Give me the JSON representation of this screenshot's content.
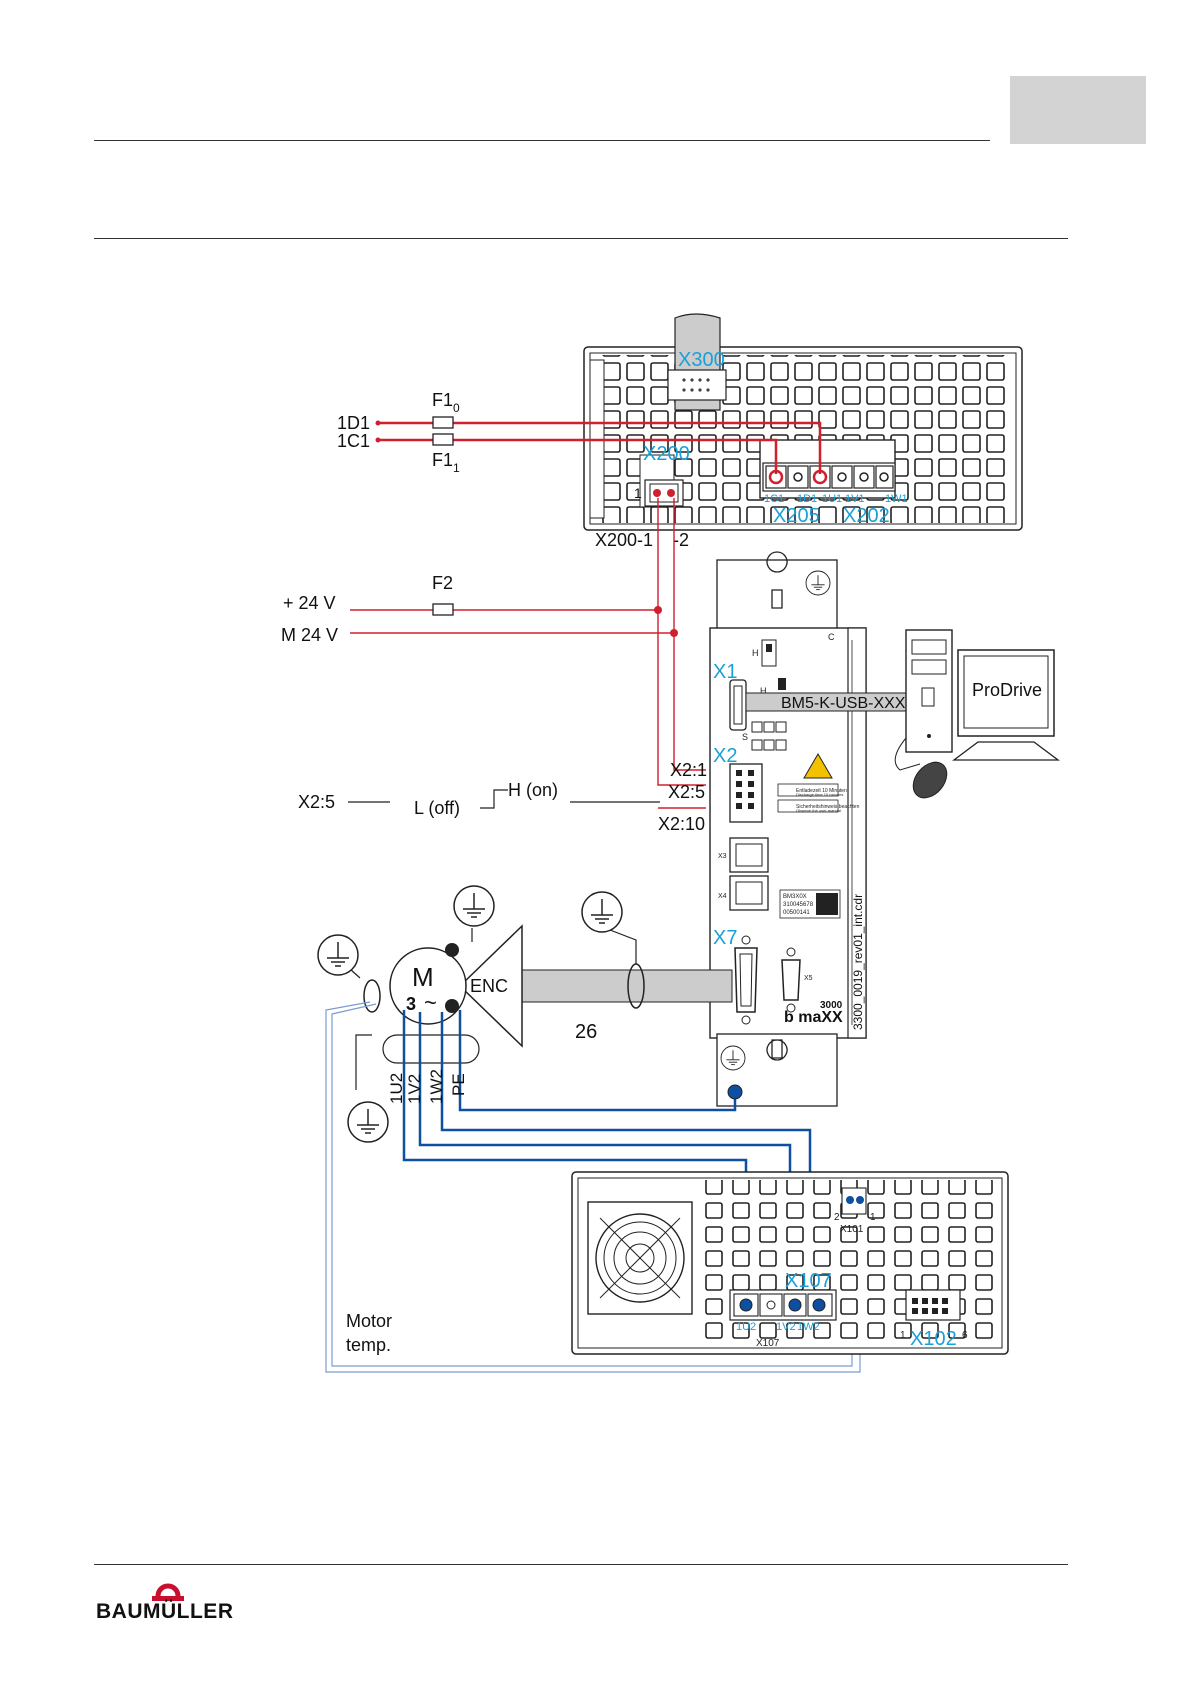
{
  "labels": {
    "x300": "X300",
    "x200": "X200",
    "x205": "X205",
    "x202": "X202",
    "x1": "X1",
    "x2": "X2",
    "x7": "X7",
    "x107": "X107",
    "x102": "X102",
    "f1_0": "F1",
    "f1_0_sub": "0",
    "f1_1": "F1",
    "f1_1_sub": "1",
    "f2": "F2",
    "l_1d1": "1D1",
    "l_1c1": "1C1",
    "p24": "+ 24 V",
    "m24": "M 24 V",
    "x200_1": "X200-1",
    "x200_2": "-2",
    "pin1": "1",
    "x2_1": "X2:1",
    "x2_5": "X2:5",
    "x2_10": "X2:10",
    "x2_5_left": "X2:5",
    "l_off": "L (off)",
    "h_on": "H (on)",
    "cable": "BM5-K-USB-XXX",
    "prodrive": "ProDrive",
    "motor_m": "M",
    "motor_3": "3",
    "motor_tilde": "~",
    "enc": "ENC",
    "cable_26": "26",
    "w_1u2": "1U2",
    "w_1v2": "1V2",
    "w_1w2": "1W2",
    "w_pe": "PE",
    "motor_temp_1": "Motor",
    "motor_temp_2": "temp.",
    "term_1c1": "1C1",
    "term_1d1": "1D1",
    "term_1u1": "1U1",
    "term_1v1": "1V1",
    "term_1w1": "1W1",
    "term_1u2": "1U2",
    "term_1v2": "1V2",
    "term_1w2": "1W2",
    "x107_small": "X107",
    "x101_small": "X101",
    "x102_pin1": "1",
    "x102_pin6": "6",
    "x101_pin2": "2",
    "x101_pin1": "1",
    "bmaxx": "b maXX",
    "bmaxx_3000": "3000",
    "file_ref": "3300_0019_rev01_int.cdr",
    "x3": "X3",
    "x4": "X4",
    "x5": "X5",
    "label_c": "C",
    "label_h": "H",
    "label_s": "S",
    "warn_1": "Entladezeit 10 Minuten",
    "warn_2": "Discharge time 10 minutes",
    "warn_3": "Sicherheitshinweis beachten",
    "warn_4": "Observe the user manual",
    "nameplate_1": "BM3X0X",
    "nameplate_2": "310045678",
    "nameplate_3": "00500141",
    "brand": "BAUMÜLLER"
  },
  "colors": {
    "red": "#d0202e",
    "blue": "#0d4fa0",
    "cyan": "#1aa0d8",
    "light_blue": "#7a9bd0",
    "device_fill": "#ffffff",
    "device_line": "#222222",
    "tab_gray": "#d3d3d3"
  }
}
